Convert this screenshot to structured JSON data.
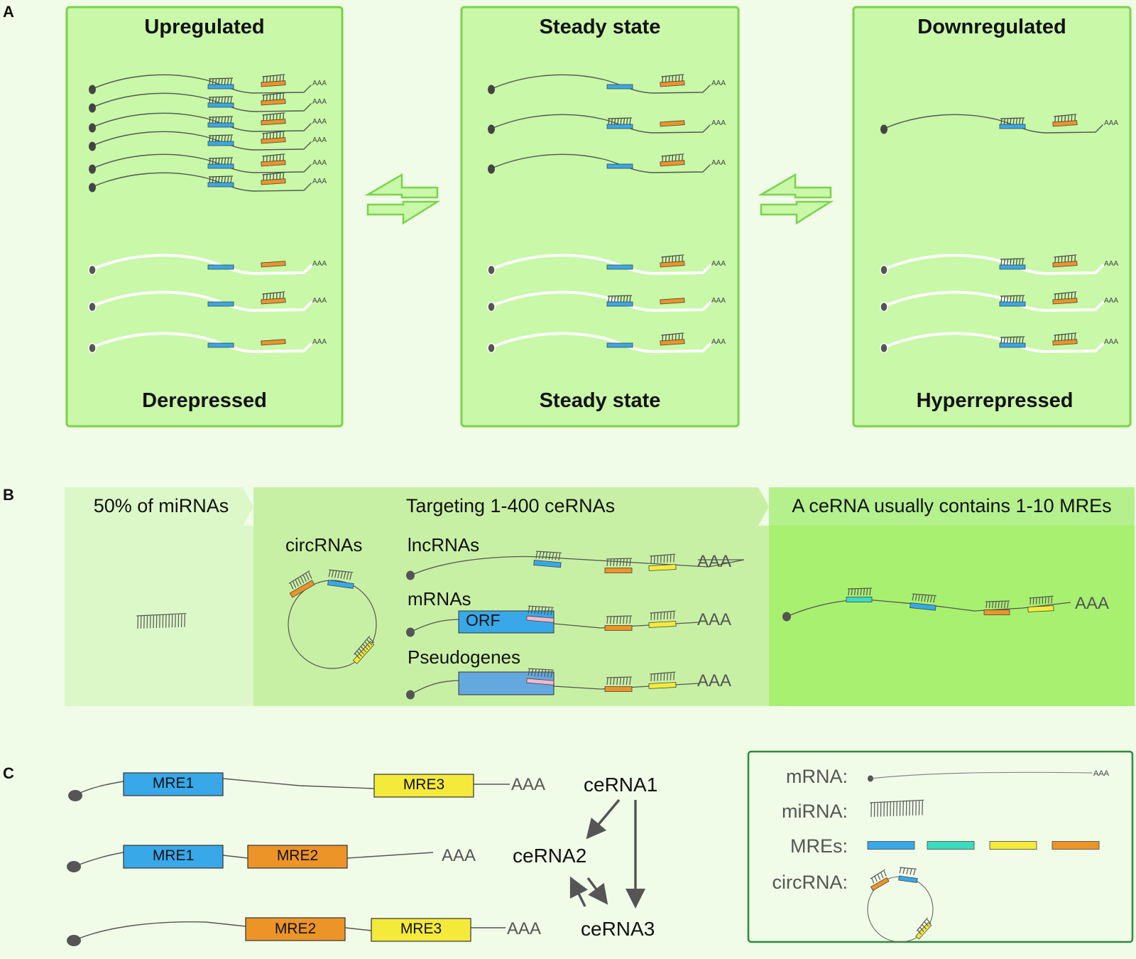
{
  "panel_a": {
    "letter": "A",
    "columns": [
      {
        "top": "Upregulated",
        "bottom": "Derepressed"
      },
      {
        "top": "Steady state",
        "bottom": "Steady state"
      },
      {
        "top": "Downregulated",
        "bottom": "Hyperrepressed"
      }
    ],
    "poly_a": "AAA"
  },
  "panel_b": {
    "letter": "B",
    "banners": [
      "50% of miRNAs",
      "Targeting 1-400 ceRNAs",
      "A ceRNA usually contains 1-10 MREs"
    ],
    "labels": {
      "circrnas": "circRNAs",
      "lncrnas": "lncRNAs",
      "mrnas": "mRNAs",
      "pseudogenes": "Pseudogenes",
      "orf": "ORF"
    },
    "poly_a": "AAA"
  },
  "panel_c": {
    "letter": "C",
    "transcripts": [
      {
        "mres": [
          "MRE1",
          "MRE3"
        ]
      },
      {
        "mres": [
          "MRE1",
          "MRE2"
        ]
      },
      {
        "mres": [
          "MRE2",
          "MRE3"
        ]
      }
    ],
    "nodes": [
      "ceRNA1",
      "ceRNA2",
      "ceRNA3"
    ],
    "poly_a": "AAA"
  },
  "legend": {
    "mrna": "mRNA:",
    "mirna": "miRNA:",
    "mres": "MREs:",
    "circrna": "circRNA:",
    "poly_a": "AAA"
  },
  "colors": {
    "mre_blue": "#38a8e8",
    "mre_teal": "#3cdcc0",
    "mre_yellow": "#f4ea3a",
    "mre_orange": "#ec9428",
    "panel_green": "#c8f8a8",
    "panel_border": "#7cd24c"
  }
}
